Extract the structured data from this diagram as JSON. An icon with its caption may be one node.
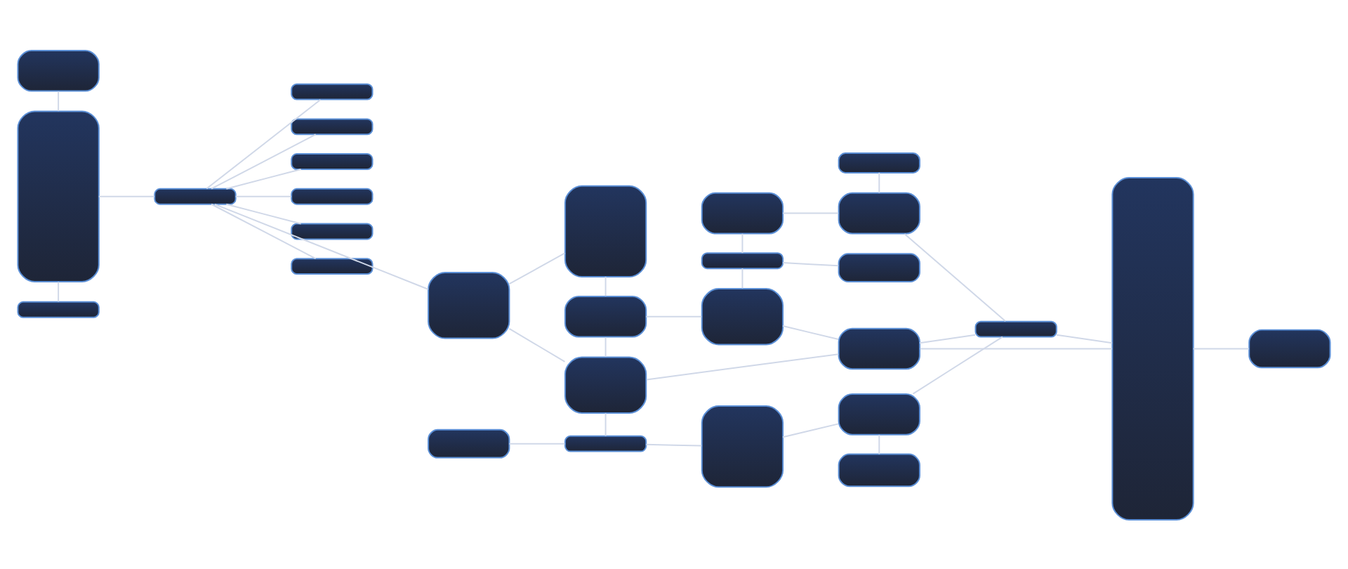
{
  "diagram": {
    "nodes": [
      {
        "text": [],
        "shape": "box"
      },
      {
        "text": [],
        "shape": "box"
      },
      {
        "text": [],
        "shape": "box"
      },
      {
        "text": [],
        "shape": "box"
      },
      {
        "text": [],
        "shape": "box"
      },
      {
        "text": [],
        "shape": "box"
      },
      {
        "text": [],
        "shape": "box"
      },
      {
        "text": [],
        "shape": "box"
      },
      {
        "text": [],
        "shape": "box"
      },
      {
        "text": [],
        "shape": "box"
      },
      {
        "text": [],
        "shape": "box"
      },
      {
        "text": [],
        "shape": "box"
      },
      {
        "text": [],
        "shape": "box"
      },
      {
        "text": [],
        "shape": "box"
      },
      {
        "text": [],
        "shape": "box"
      },
      {
        "text": [],
        "shape": "box"
      },
      {
        "text": [],
        "shape": "box"
      },
      {
        "text": [],
        "shape": "box"
      },
      {
        "text": [],
        "shape": "box"
      },
      {
        "text": [],
        "shape": "box"
      },
      {
        "text": [],
        "shape": "box"
      },
      {
        "text": [],
        "shape": "box"
      },
      {
        "text": [],
        "shape": "box"
      },
      {
        "text": [],
        "shape": "box"
      },
      {
        "text": [],
        "shape": "box"
      },
      {
        "text": [],
        "shape": "box"
      },
      {
        "text": [],
        "shape": "box"
      },
      {
        "text": [],
        "shape": "box"
      },
      {
        "text": [],
        "shape": "box"
      }
    ],
    "edges": [
      {
        "from": 0,
        "to": 1,
        "arrow": "none"
      },
      {
        "from": 1,
        "to": 2,
        "arrow": "none"
      },
      {
        "from": 1,
        "to": 6,
        "arrow": "none"
      },
      {
        "from": 6,
        "to": 3,
        "arrow": "none"
      },
      {
        "from": 6,
        "to": 4,
        "arrow": "none"
      },
      {
        "from": 6,
        "to": 5,
        "arrow": "none"
      },
      {
        "from": 6,
        "to": 7,
        "arrow": "none"
      },
      {
        "from": 6,
        "to": 8,
        "arrow": "none"
      },
      {
        "from": 6,
        "to": 9,
        "arrow": "none"
      },
      {
        "from": 6,
        "to": 10,
        "arrow": "none"
      },
      {
        "from": 10,
        "to": 11,
        "arrow": "none"
      },
      {
        "from": 10,
        "to": 13,
        "arrow": "none"
      },
      {
        "from": 11,
        "to": 12,
        "arrow": "none"
      },
      {
        "from": 12,
        "to": 13,
        "arrow": "none"
      },
      {
        "from": 12,
        "to": 18,
        "arrow": "none"
      },
      {
        "from": 13,
        "to": 15,
        "arrow": "none"
      },
      {
        "from": 14,
        "to": 15,
        "arrow": "none"
      },
      {
        "from": 15,
        "to": 19,
        "arrow": "none"
      },
      {
        "from": 19,
        "to": 24,
        "arrow": "none"
      },
      {
        "from": 24,
        "to": 25,
        "arrow": "none"
      },
      {
        "from": 13,
        "to": 23,
        "arrow": "none"
      },
      {
        "from": 16,
        "to": 21,
        "arrow": "none"
      },
      {
        "from": 16,
        "to": 17,
        "arrow": "none"
      },
      {
        "from": 17,
        "to": 18,
        "arrow": "none"
      },
      {
        "from": 17,
        "to": 22,
        "arrow": "none"
      },
      {
        "from": 20,
        "to": 21,
        "arrow": "none"
      },
      {
        "from": 21,
        "to": 26,
        "arrow": "none"
      },
      {
        "from": 18,
        "to": 23,
        "arrow": "none"
      },
      {
        "from": 23,
        "to": 26,
        "arrow": "none"
      },
      {
        "from": 23,
        "to": 27,
        "arrow": "none"
      },
      {
        "from": 26,
        "to": 27,
        "arrow": "none"
      },
      {
        "from": 24,
        "to": 26,
        "arrow": "none"
      },
      {
        "from": 27,
        "to": 28,
        "arrow": "none"
      }
    ]
  }
}
